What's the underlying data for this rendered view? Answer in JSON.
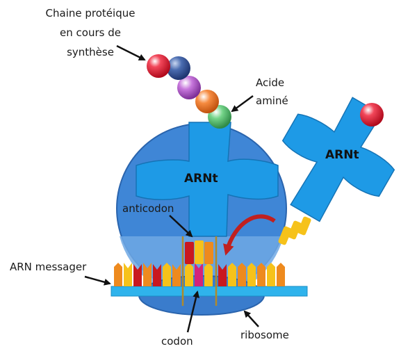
{
  "labels": {
    "chain_line1": "Chaine protéique",
    "chain_line2": "en cours de",
    "chain_line3": "synthèse",
    "amino_line1": "Acide",
    "amino_line2": "aminé",
    "trna_main": "ARNt",
    "trna_incoming": "ARNt",
    "anticodon": "anticodon",
    "mrna": "ARN messager",
    "codon": "codon",
    "ribosome": "ribosome"
  },
  "colors": {
    "ribosome_fill": "#3f86d6",
    "ribosome_lower": "#6fa8e4",
    "trna_blue": "#1e9ae6",
    "mrna_bar": "#2fb3ec",
    "bead_red": "#e3102a",
    "bead_navy": "#2d4d8f",
    "bead_purple": "#b04dc9",
    "bead_orange": "#ee7320",
    "bead_green": "#4fc36a",
    "base_yellow": "#f6c21a",
    "base_orange": "#ee8a1e",
    "base_red": "#c9181f",
    "base_magenta": "#d4237a",
    "return_arrow": "#c0201f"
  }
}
